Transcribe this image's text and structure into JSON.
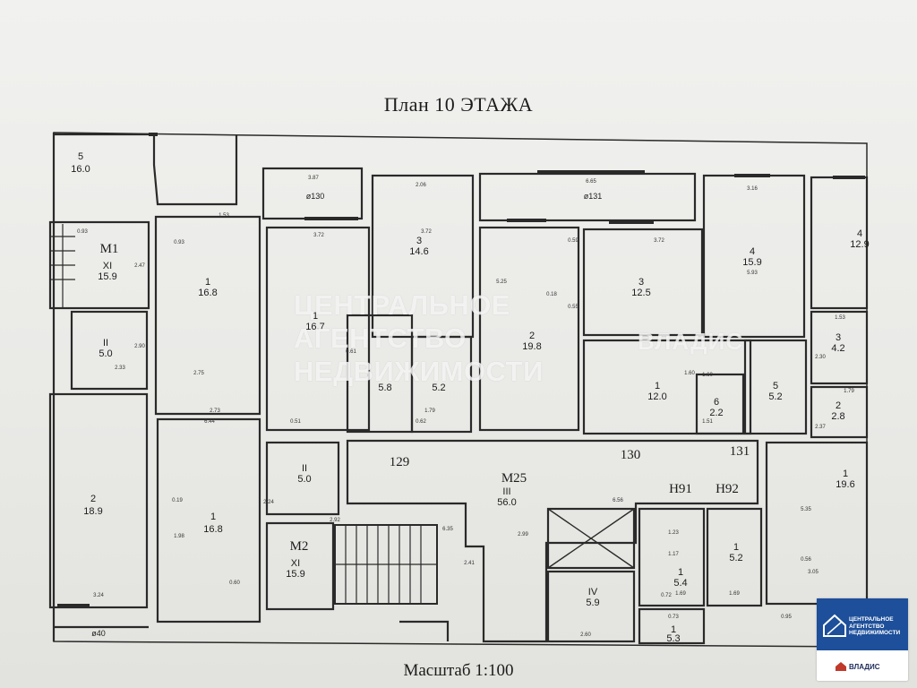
{
  "title": "План 10 ЭТАЖА",
  "scale": "Масштаб 1:100",
  "watermark": {
    "left_lines": [
      "ЦЕНТРАЛЬНОЕ",
      "АГЕНТСТВО",
      "НЕДВИЖИМОСТИ"
    ],
    "right": "ВЛАДИС"
  },
  "logo": {
    "lines": [
      "ЦЕНТРАЛЬНОЕ",
      "АГЕНТСТВО",
      "НЕДВИЖИМОСТИ"
    ],
    "brand": "ВЛАДИС"
  },
  "rooms": [
    {
      "id": "r-top-left",
      "num": "5",
      "area": "16.0"
    },
    {
      "id": "r-m1",
      "num": "XI",
      "area": "15.9"
    },
    {
      "id": "r-ii",
      "num": "II",
      "area": "5.0"
    },
    {
      "id": "r-1-left",
      "num": "1",
      "area": "16.8"
    },
    {
      "id": "r-2-left",
      "num": "2",
      "area": "18.9"
    },
    {
      "id": "r-129-1",
      "num": "1",
      "area": "16.7"
    },
    {
      "id": "r-129-3",
      "num": "3",
      "area": "14.6"
    },
    {
      "id": "r-129-b1",
      "num": "",
      "area": "5.8"
    },
    {
      "id": "r-129-b2",
      "num": "",
      "area": "5.2"
    },
    {
      "id": "r-130-2",
      "num": "2",
      "area": "19.8"
    },
    {
      "id": "r-130-3",
      "num": "3",
      "area": "12.5"
    },
    {
      "id": "r-130-1",
      "num": "1",
      "area": "12.0"
    },
    {
      "id": "r-130-6",
      "num": "6",
      "area": "2.2"
    },
    {
      "id": "r-130-5",
      "num": "5",
      "area": "5.2"
    },
    {
      "id": "r-131-4",
      "num": "4",
      "area": "15.9"
    },
    {
      "id": "r-right-4",
      "num": "4",
      "area": "12.9"
    },
    {
      "id": "r-right-3",
      "num": "3",
      "area": "4.2"
    },
    {
      "id": "r-right-2",
      "num": "2",
      "area": "2.8"
    },
    {
      "id": "r-right-1",
      "num": "1",
      "area": "19.6"
    },
    {
      "id": "r-ii-mid",
      "num": "II",
      "area": "5.0"
    },
    {
      "id": "r-1-mid",
      "num": "1",
      "area": "16.8"
    },
    {
      "id": "r-m2",
      "num": "XI",
      "area": "15.9"
    },
    {
      "id": "r-m25",
      "num": "III",
      "area": "56.0"
    },
    {
      "id": "r-iv",
      "num": "IV",
      "area": "5.9"
    },
    {
      "id": "r-h91",
      "num": "1",
      "area": "5.4"
    },
    {
      "id": "r-h92",
      "num": "1",
      "area": "5.2"
    },
    {
      "id": "r-h-bottom",
      "num": "1",
      "area": "5.3"
    }
  ],
  "labels": {
    "m1": "M1",
    "m2": "M2",
    "m25": "M25",
    "a129": "129",
    "a130": "130",
    "a131": "131",
    "h91": "H91",
    "h92": "H92",
    "d130": "ø130",
    "d131": "ø131",
    "d40": "ø40"
  },
  "dims": [
    "3.87",
    "2.06",
    "6.65",
    "3.16",
    "1.53",
    "3.72",
    "3.72",
    "3.72",
    "5.25",
    "5.93",
    "6.56",
    "6.44",
    "2.73",
    "2.75",
    "2.33",
    "2.24",
    "3.24",
    "1.79",
    "1.79",
    "1.53",
    "1.60",
    "1.60",
    "1.69",
    "1.69",
    "2.60",
    "0.93",
    "0.93",
    "0.61",
    "0.51",
    "0.62",
    "0.72",
    "0.73",
    "0.60",
    "0.59",
    "0.55",
    "0.18",
    "0.19",
    "2.47",
    "2.90",
    "2.92",
    "2.41",
    "2.30",
    "2.37",
    "1.23",
    "1.51",
    "0.95",
    "0.56",
    "1.17",
    "2.99",
    "6.35",
    "1.98",
    "5.35",
    "3.05"
  ]
}
